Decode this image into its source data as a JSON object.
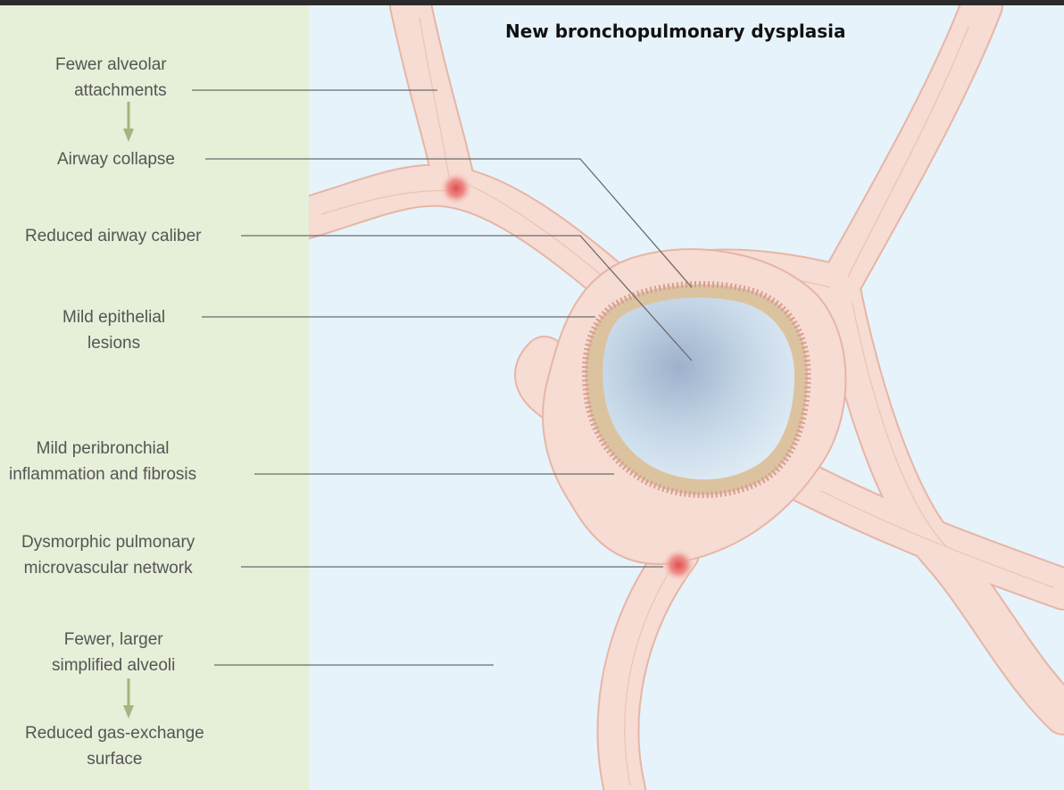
{
  "title": "New bronchopulmonary dysplasia",
  "labels": [
    {
      "id": "alveolar-attachments",
      "lines": [
        "Fewer alveolar",
        "attachments"
      ]
    },
    {
      "id": "airway-collapse",
      "lines": [
        "Airway collapse"
      ]
    },
    {
      "id": "airway-caliber",
      "lines": [
        "Reduced airway caliber"
      ]
    },
    {
      "id": "epithelial-lesions",
      "lines": [
        "Mild epithelial",
        "lesions"
      ]
    },
    {
      "id": "peribronchial-inflammation",
      "lines": [
        "Mild peribronchial",
        "inflammation and fibrosis"
      ]
    },
    {
      "id": "microvascular-network",
      "lines": [
        "Dysmorphic pulmonary",
        "microvascular network"
      ]
    },
    {
      "id": "simplified-alveoli",
      "lines": [
        "Fewer, larger",
        "simplified alveoli"
      ]
    },
    {
      "id": "gas-exchange-surface",
      "lines": [
        "Reduced gas-exchange",
        "surface"
      ]
    }
  ],
  "colors": {
    "left_panel": "#e6efd8",
    "right_panel": "#e6f3fb",
    "tissue": "#f6dcd2",
    "tissue_edge": "#e7b5a7",
    "epithelium": "#dcc3a0",
    "vessel": "#e5736d",
    "leader_line": "#6b6b6b",
    "arrow": "#a4b57e"
  }
}
